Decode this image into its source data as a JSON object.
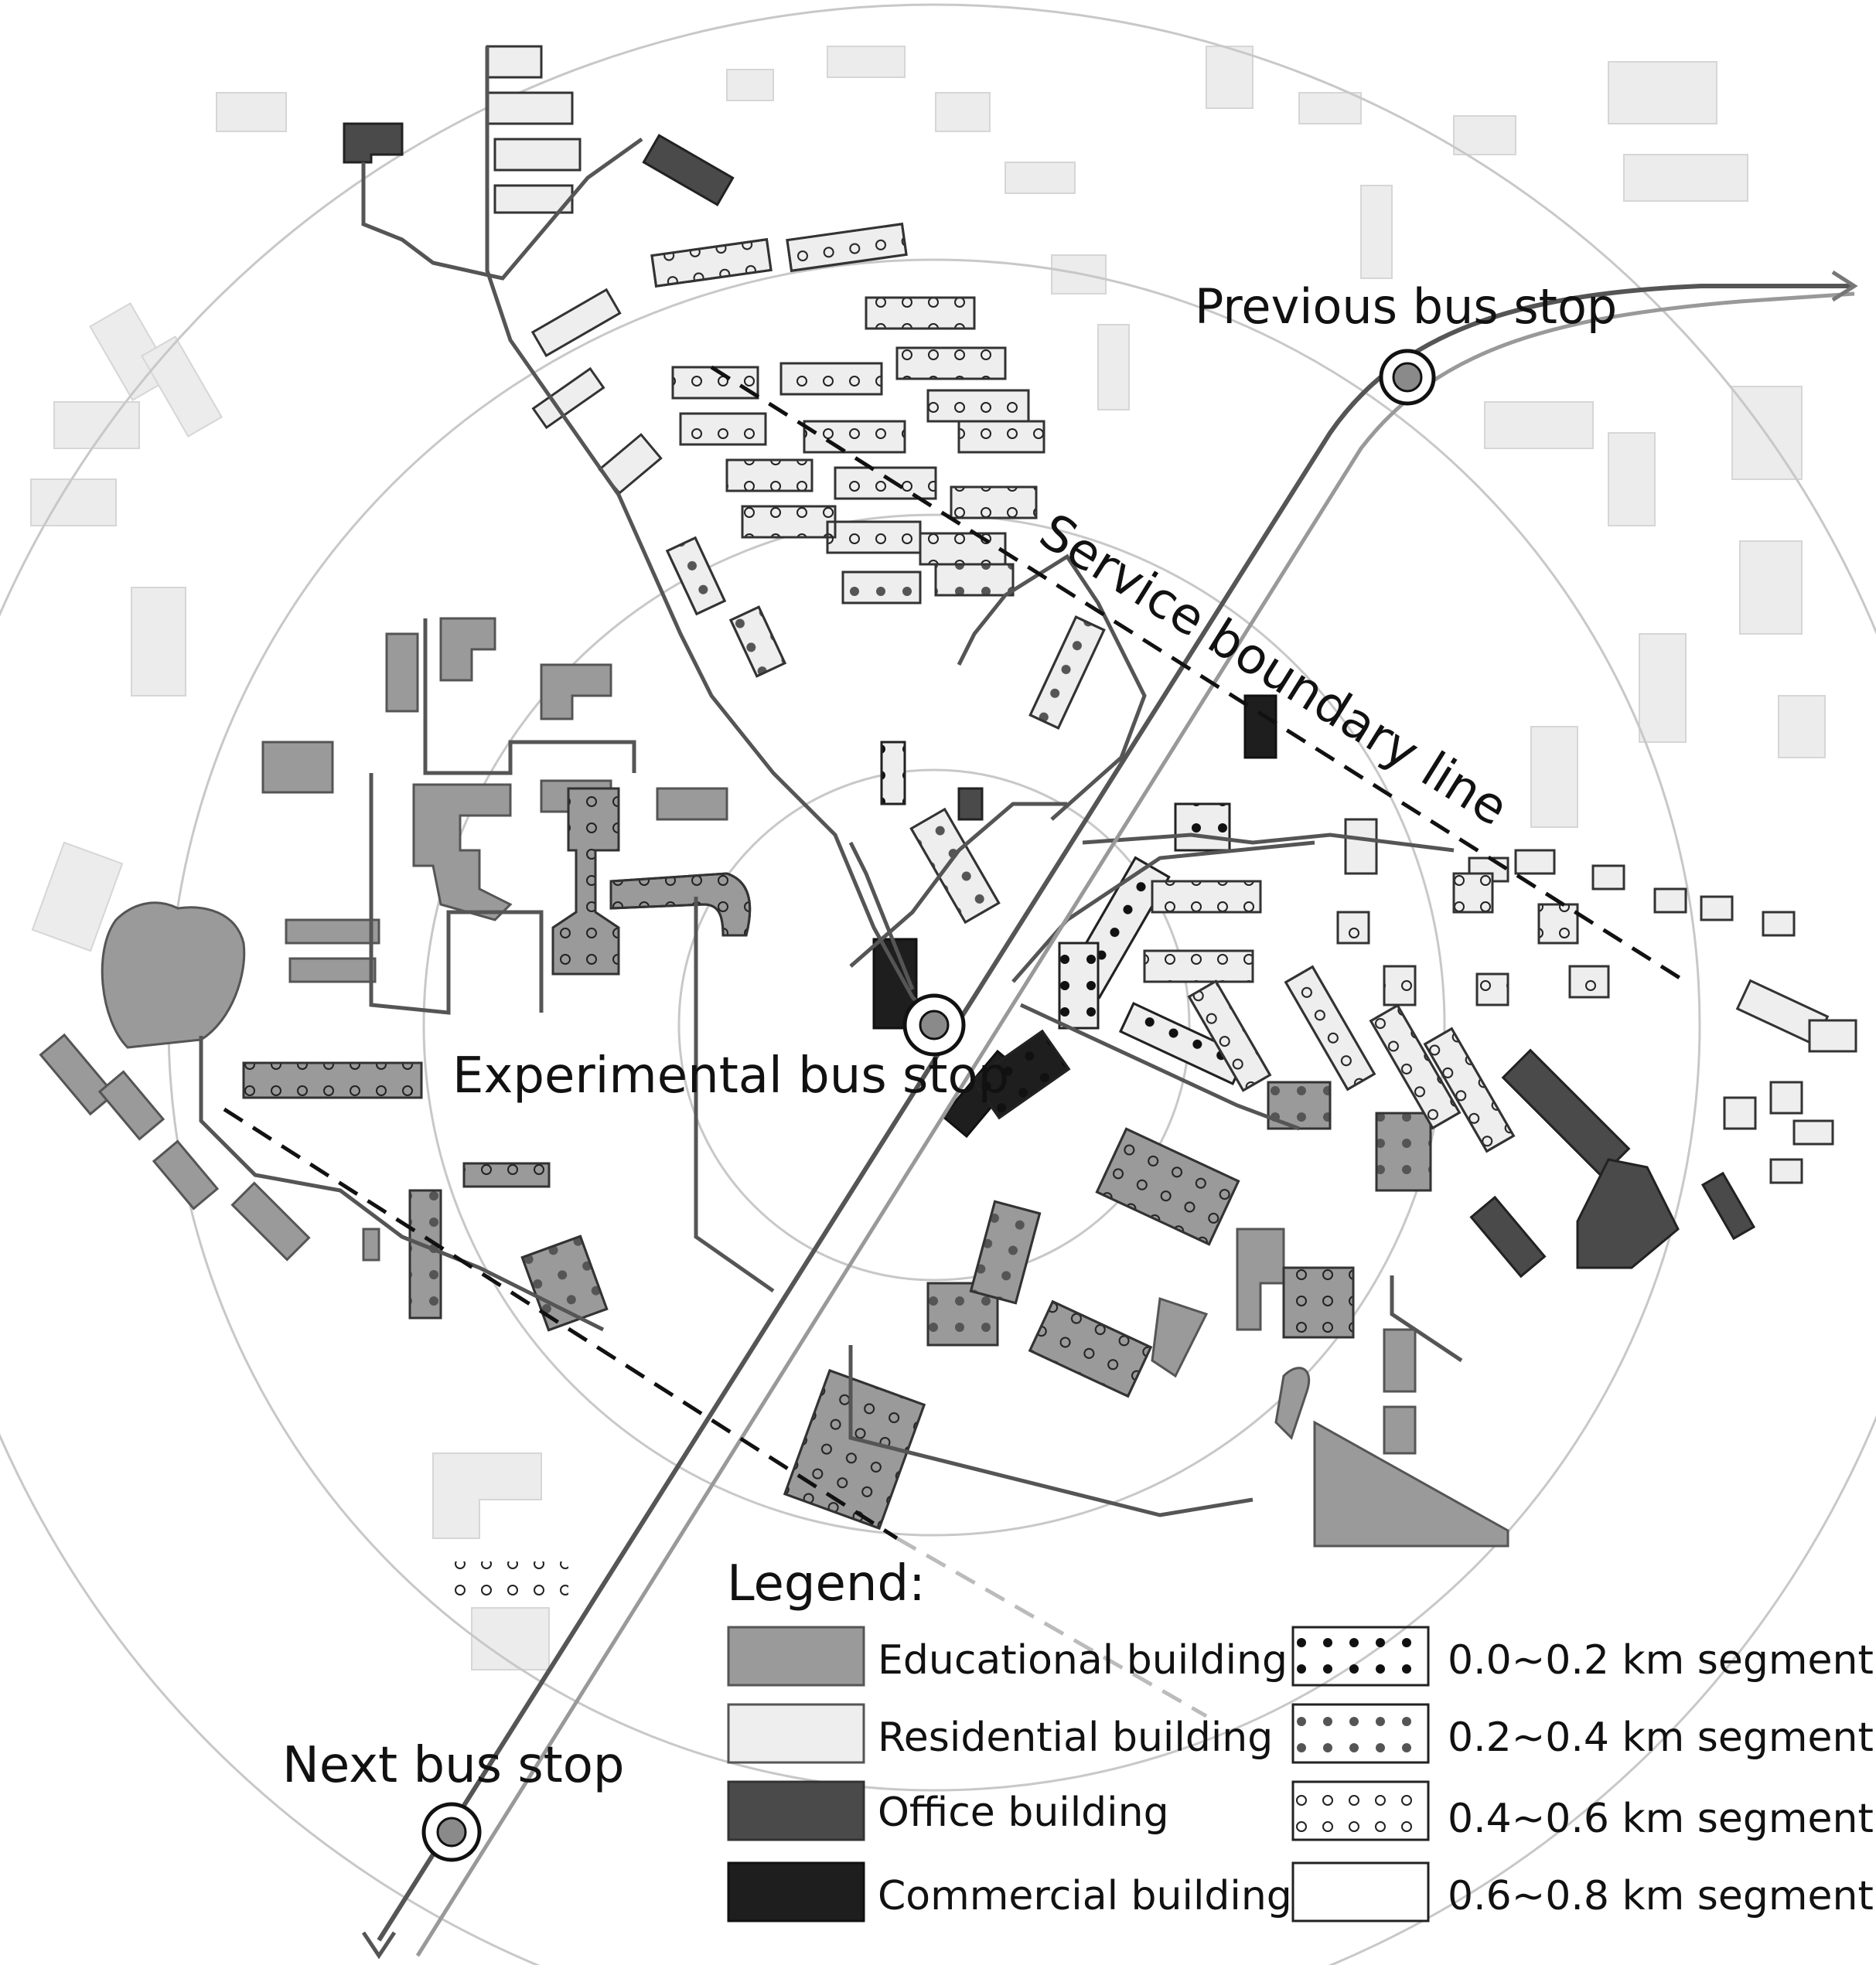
{
  "labels": {
    "previous_stop": "Previous bus stop",
    "experimental_stop": "Experimental bus stop",
    "next_stop": "Next bus stop",
    "service_boundary": "Service boundary line"
  },
  "legend": {
    "title": "Legend:",
    "building_types": [
      {
        "label": "Educational building",
        "color": "#9a9a9a"
      },
      {
        "label": "Residential building",
        "color": "#eeeeee"
      },
      {
        "label": "Office building",
        "color": "#4a4a4a"
      },
      {
        "label": "Commercial building",
        "color": "#1e1e1e"
      }
    ],
    "segments": [
      {
        "label": "0.0~0.2 km segment",
        "pattern": "dots-black"
      },
      {
        "label": "0.2~0.4 km segment",
        "pattern": "dots-gray"
      },
      {
        "label": "0.4~0.6 km segment",
        "pattern": "circles-open"
      },
      {
        "label": "0.6~0.8 km segment",
        "pattern": "none"
      }
    ]
  },
  "colors": {
    "educational": "#9a9a9a",
    "residential": "#eeeeee",
    "office": "#4a4a4a",
    "commercial": "#1e1e1e",
    "background_buildings": "#ececec",
    "bus_route": "#555555"
  }
}
